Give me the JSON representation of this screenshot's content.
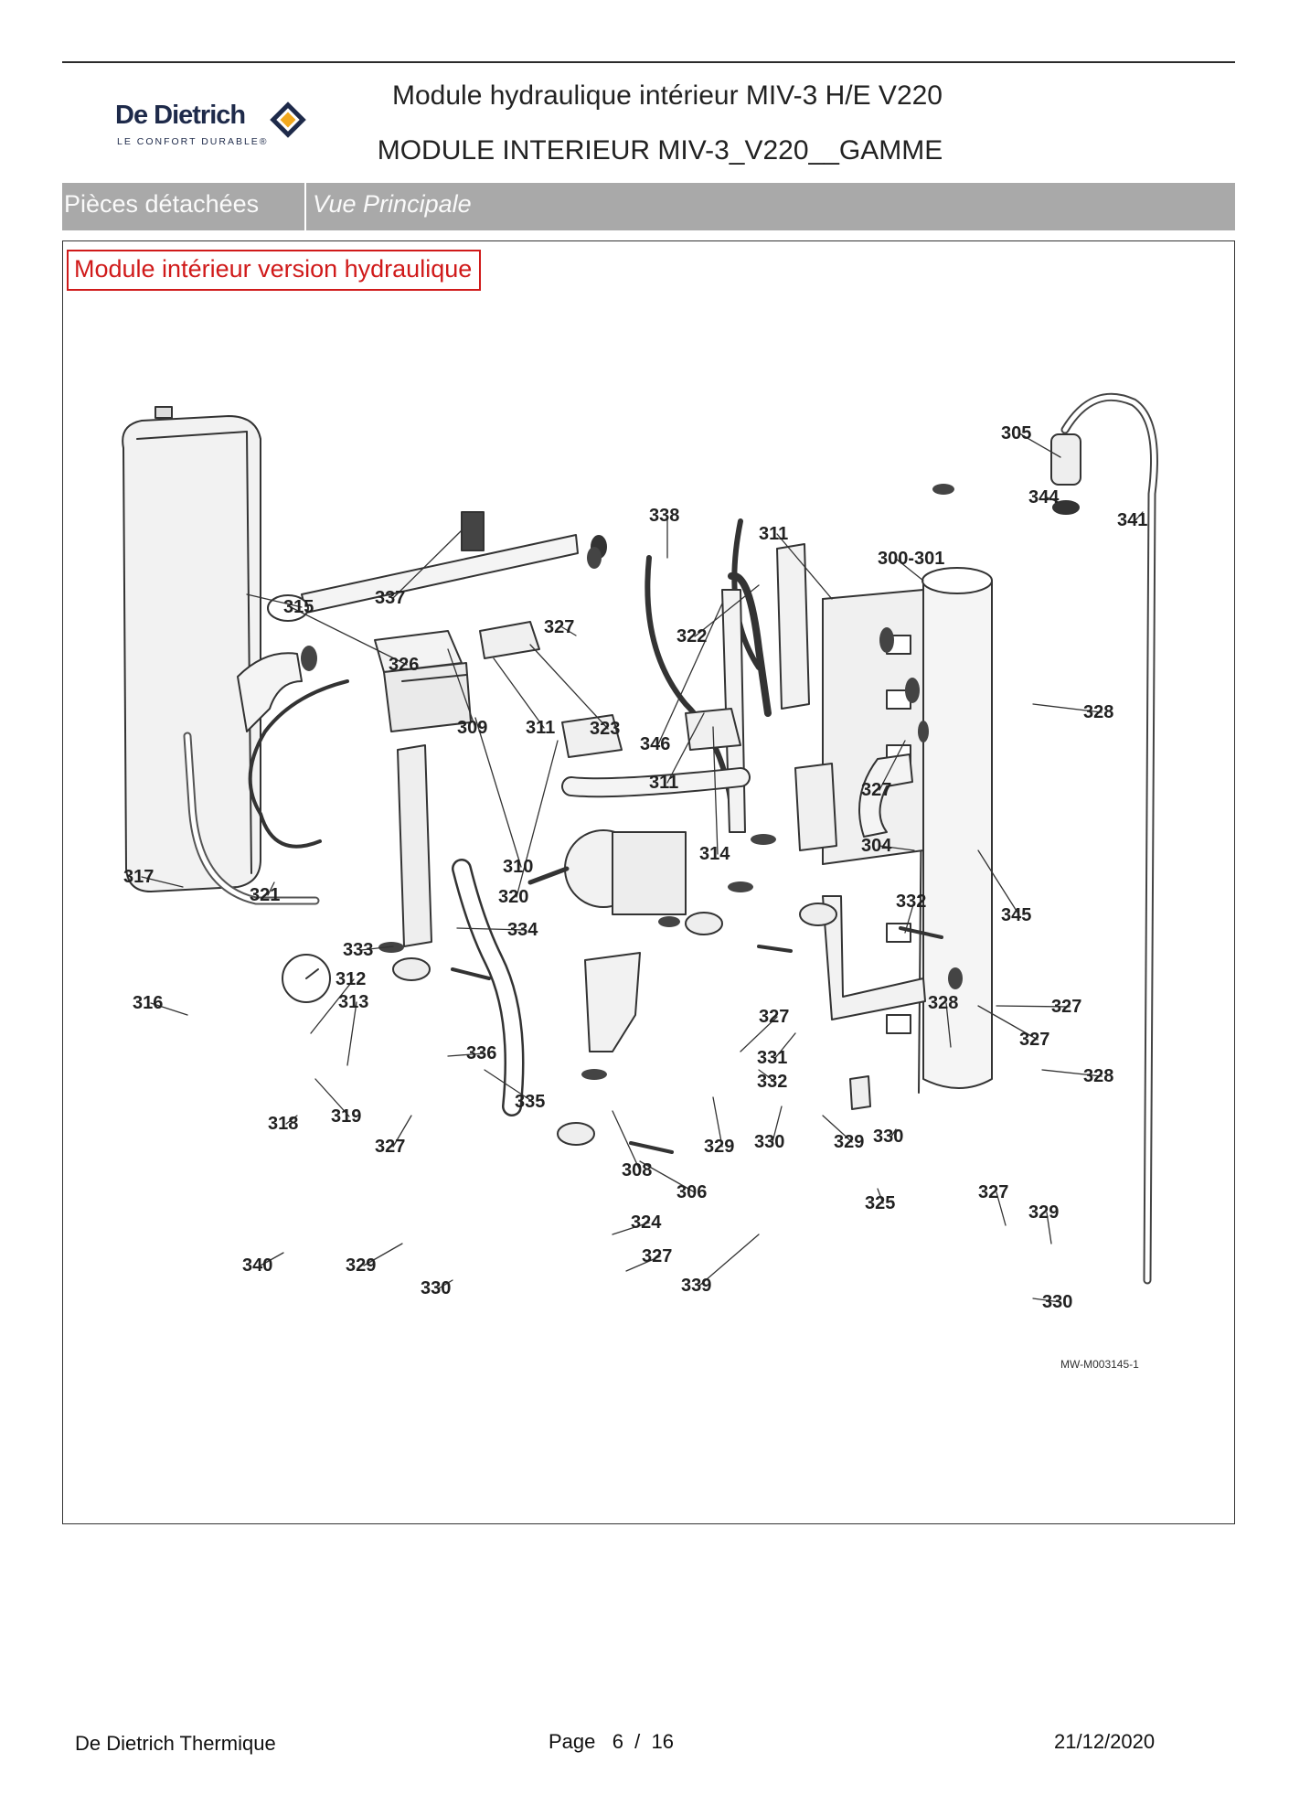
{
  "header": {
    "brand": "De Dietrich",
    "brand_tagline": "LE CONFORT DURABLE®",
    "title_line_1": "Module hydraulique intérieur MIV-3 H/E V220",
    "title_line_2": "MODULE INTERIEUR MIV-3_V220__GAMME"
  },
  "section": {
    "label": "Pièces détachées",
    "view": "Vue Principale"
  },
  "diagram": {
    "caption": "Module intérieur version hydraulique",
    "reference": "MW-M003145-1",
    "callouts": [
      "305",
      "344",
      "341",
      "338",
      "311",
      "300-301",
      "315",
      "337",
      "327",
      "322",
      "326",
      "328",
      "309",
      "311",
      "323",
      "346",
      "311",
      "327",
      "304",
      "314",
      "310",
      "317",
      "321",
      "320",
      "334",
      "332",
      "345",
      "333",
      "312",
      "313",
      "327",
      "328",
      "316",
      "331",
      "327",
      "336",
      "327",
      "332",
      "328",
      "335",
      "319",
      "318",
      "329",
      "330",
      "329",
      "330",
      "308",
      "306",
      "327",
      "325",
      "327",
      "324",
      "340",
      "329",
      "330",
      "327",
      "339",
      "329",
      "330"
    ]
  },
  "footer": {
    "company": "De Dietrich Thermique",
    "page_text": "Page   6  /  16",
    "date": "21/12/2020"
  }
}
